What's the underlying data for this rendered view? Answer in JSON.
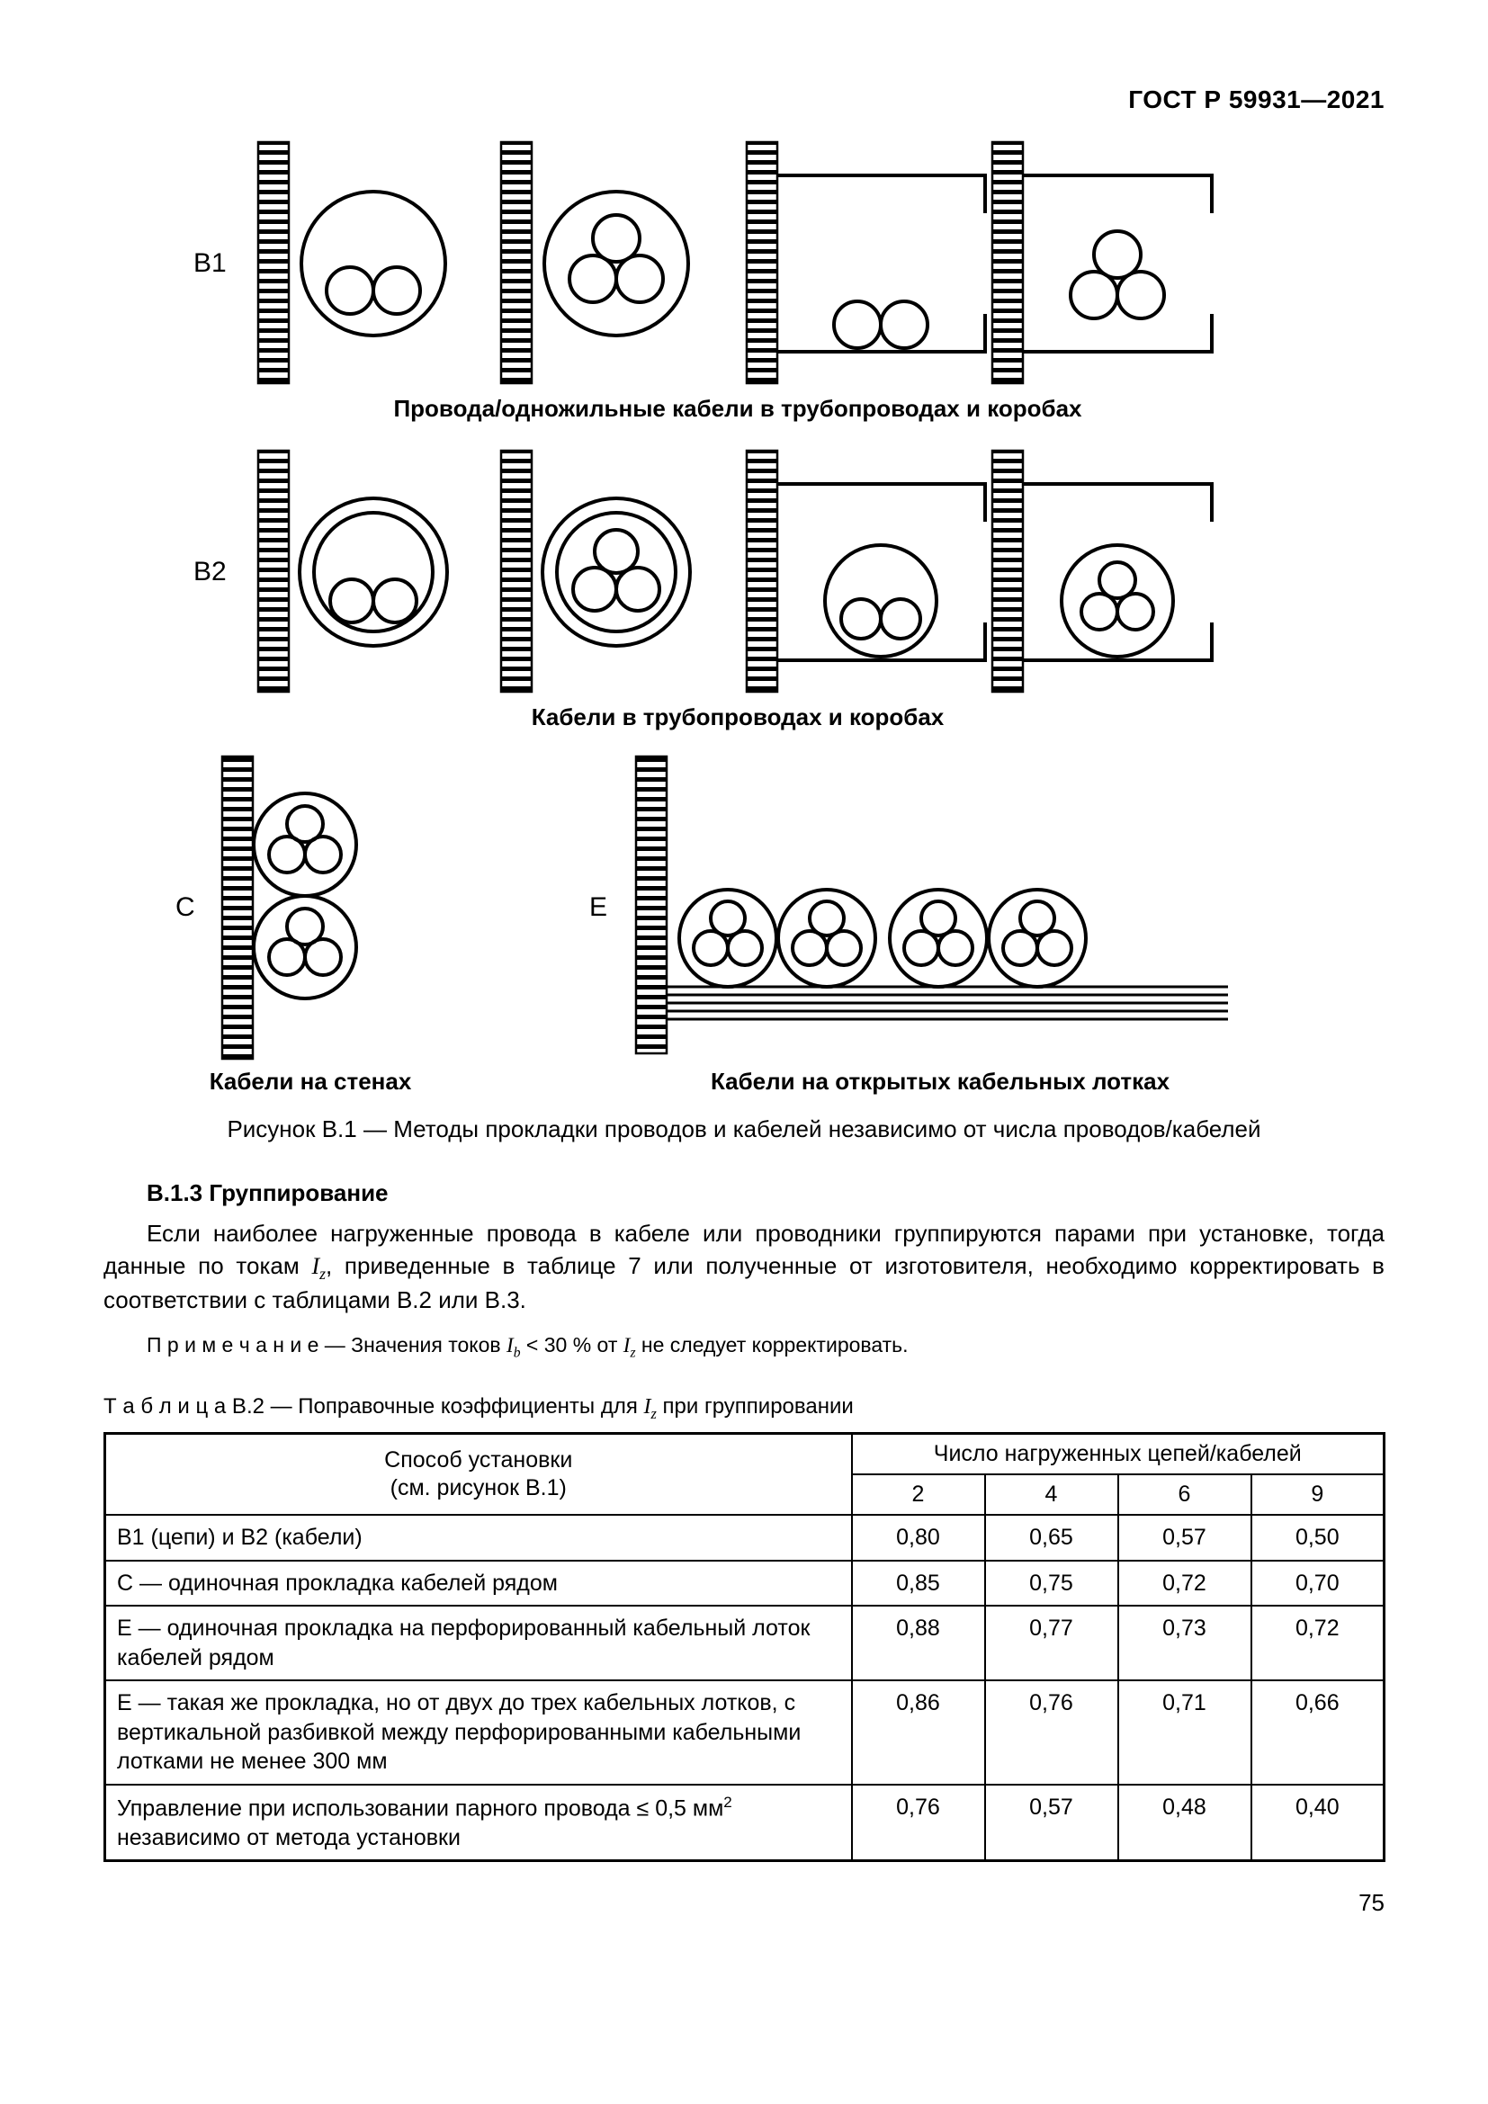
{
  "page": {
    "header": "ГОСТ Р 59931—2021",
    "number": "75"
  },
  "figure": {
    "row_b1": {
      "label": "В1",
      "caption": "Провода/одножильные кабели в трубопроводах и коробах"
    },
    "row_b2": {
      "label": "В2",
      "caption": "Кабели в трубопроводах и коробах"
    },
    "row_c": {
      "label": "С",
      "caption": "Кабели на стенах"
    },
    "row_e": {
      "label": "Е",
      "caption": "Кабели на открытых кабельных лотках"
    },
    "caption": "Рисунок В.1 — Методы прокладки проводов и кабелей независимо от числа проводов/кабелей"
  },
  "section": {
    "heading": "В.1.3 Группирование",
    "para": {
      "part1": "Если наиболее нагруженные провода в кабеле или проводники группируются парами при установке, тогда данные по токам ",
      "sym1": "I",
      "sub1": "z",
      "part2": ", приведенные в таблице 7 или полученные от изготовителя, необходимо корректировать в соответствии с таблицами В.2 или В.3."
    },
    "note": {
      "label": "П р и м е ч а н и е",
      "part1": " — Значения токов ",
      "sym1": "I",
      "sub1": "b",
      "part2": " < 30 % от ",
      "sym2": "I",
      "sub2": "z",
      "part3": " не следует корректировать."
    }
  },
  "table": {
    "caption": {
      "part1": "Т а б л и ц а  В.2 — Поправочные коэффициенты для ",
      "sym": "I",
      "sub": "z",
      "part2": " при группировании"
    },
    "header": {
      "method_line1": "Способ установки",
      "method_line2": "(см. рисунок В.1)",
      "group": "Число нагруженных цепей/кабелей",
      "cols": [
        "2",
        "4",
        "6",
        "9"
      ]
    },
    "rows": [
      {
        "method": "В1 (цепи) и В2 (кабели)",
        "values": [
          "0,80",
          "0,65",
          "0,57",
          "0,50"
        ]
      },
      {
        "method": "С — одиночная прокладка кабелей рядом",
        "values": [
          "0,85",
          "0,75",
          "0,72",
          "0,70"
        ]
      },
      {
        "method": "Е — одиночная прокладка на перфорированный кабельный лоток кабелей рядом",
        "values": [
          "0,88",
          "0,77",
          "0,73",
          "0,72"
        ]
      },
      {
        "method": "Е — такая же прокладка, но от двух до трех кабельных лотков, с вертикальной разбивкой между перфорированными кабельными лотками не менее 300 мм",
        "values": [
          "0,86",
          "0,76",
          "0,71",
          "0,66"
        ]
      },
      {
        "method_p1": "Управление при использовании парного провода ≤ 0,5 мм",
        "sup": "2",
        "method_p2": " независимо от метода установки",
        "values": [
          "0,76",
          "0,57",
          "0,48",
          "0,40"
        ]
      }
    ]
  }
}
